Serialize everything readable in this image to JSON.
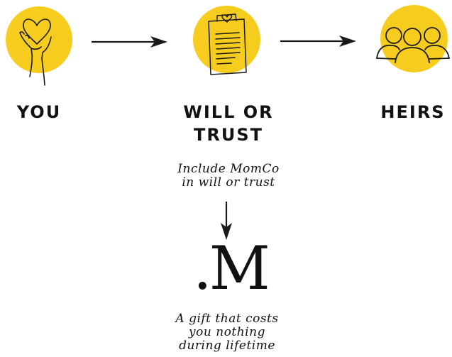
{
  "accent_color": "#F6CD1E",
  "ink_color": "#1A1A1A",
  "nodes": [
    {
      "id": "you",
      "icon": "hand-heart-icon",
      "label": "YOU"
    },
    {
      "id": "will",
      "icon": "document-heart-icon",
      "label_line1": "WILL OR",
      "label_line2": "TRUST"
    },
    {
      "id": "heirs",
      "icon": "people-group-icon",
      "label": "HEIRS"
    }
  ],
  "will_note": {
    "line1": "Include MomCo",
    "line2": "in will or trust"
  },
  "logo": {
    "text": ".M"
  },
  "gift_note": {
    "line1": "A gift that costs",
    "line2": "you nothing",
    "line3": "during lifetime"
  }
}
